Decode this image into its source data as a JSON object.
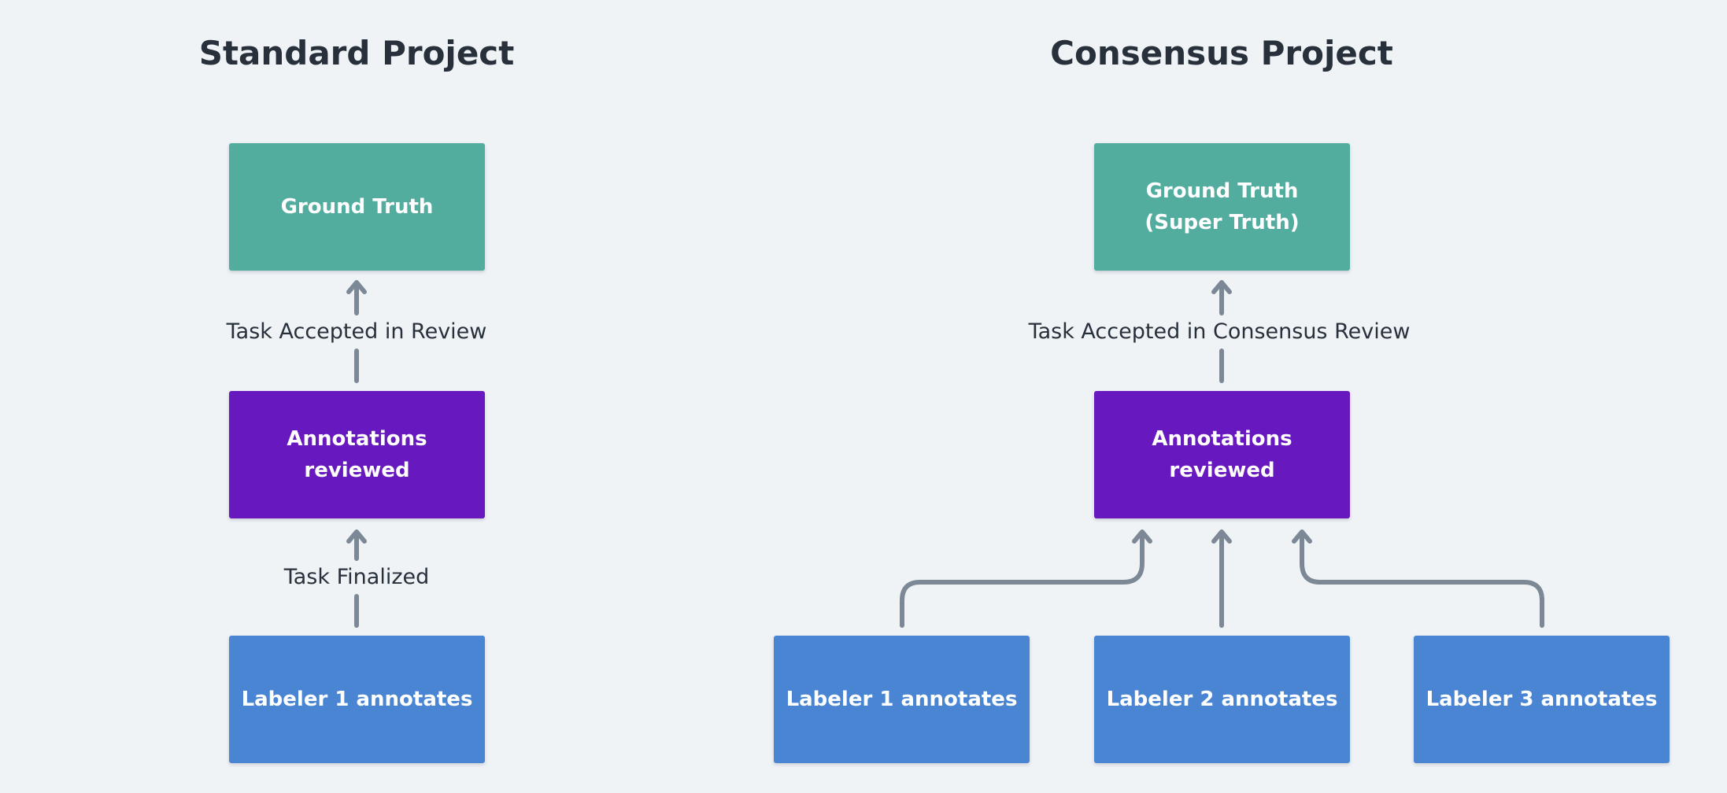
{
  "standard": {
    "title": "Standard Project",
    "ground_truth": "Ground Truth",
    "edge_review": "Task Accepted in Review",
    "annotations": "Annotations\nreviewed",
    "edge_finalized": "Task Finalized",
    "labeler1": "Labeler 1 annotates"
  },
  "consensus": {
    "title": "Consensus Project",
    "ground_truth": "Ground Truth\n(Super Truth)",
    "edge_review": "Task Accepted in Consensus Review",
    "annotations": "Annotations\nreviewed",
    "labeler1": "Labeler 1 annotates",
    "labeler2": "Labeler 2 annotates",
    "labeler3": "Labeler 3 annotates"
  },
  "colors": {
    "ground_truth": "#52ad9f",
    "annotations": "#6718bf",
    "labeler": "#4a85d4",
    "arrow": "#7d8896"
  }
}
